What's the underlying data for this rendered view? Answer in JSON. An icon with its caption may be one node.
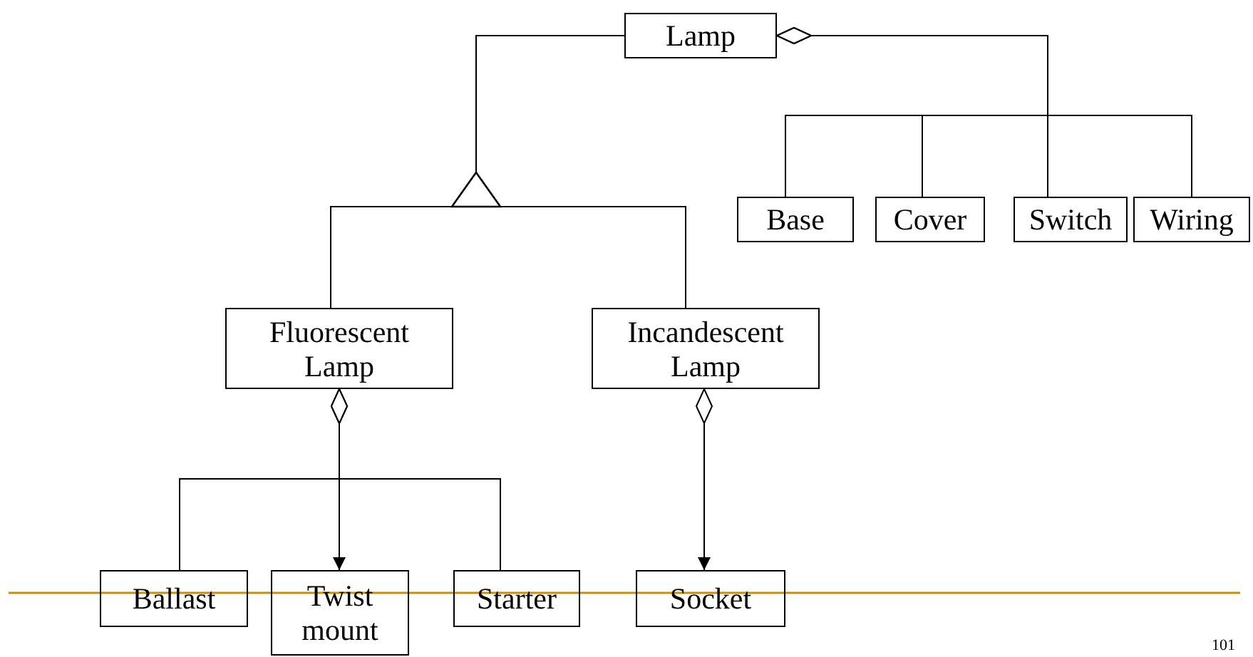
{
  "diagram": {
    "nodes": [
      {
        "text": [
          "Lamp"
        ]
      },
      {
        "text": [
          "Base"
        ]
      },
      {
        "text": [
          "Cover"
        ]
      },
      {
        "text": [
          "Switch"
        ]
      },
      {
        "text": [
          "Wiring"
        ]
      },
      {
        "text": [
          "Fluorescent Lamp"
        ]
      },
      {
        "text": [
          "Incandescent Lamp"
        ]
      },
      {
        "text": [
          "Ballast"
        ]
      },
      {
        "text": [
          "Twist mount"
        ]
      },
      {
        "text": [
          "Starter"
        ]
      },
      {
        "text": [
          "Socket"
        ]
      }
    ],
    "edges": [
      {
        "from": 0,
        "to": 1,
        "arrow": "other"
      },
      {
        "from": 0,
        "to": 2,
        "arrow": "other"
      },
      {
        "from": 0,
        "to": 3,
        "arrow": "other"
      },
      {
        "from": 0,
        "to": 4,
        "arrow": "other"
      },
      {
        "from": 5,
        "to": 0,
        "arrow": "to"
      },
      {
        "from": 6,
        "to": 0,
        "arrow": "to"
      },
      {
        "from": 5,
        "to": 7,
        "arrow": "other"
      },
      {
        "from": 5,
        "to": 8,
        "arrow": "to"
      },
      {
        "from": 5,
        "to": 9,
        "arrow": "other"
      },
      {
        "from": 6,
        "to": 10,
        "arrow": "to"
      }
    ],
    "labels": [
      "101"
    ]
  }
}
